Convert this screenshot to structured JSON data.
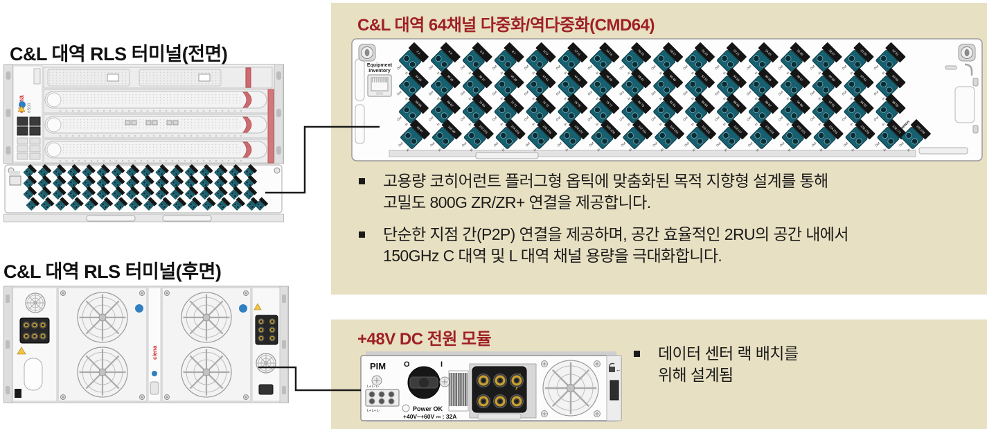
{
  "colors": {
    "panel_bg": "#e8e0c2",
    "title_red": "#9e2024",
    "text_dark": "#1b1b1b",
    "connector_teal": "#17606f",
    "tag_black": "#151515",
    "ciena_red": "#d2232a",
    "chassis_red": "#cf6a6e",
    "line_black": "#1a1a1a"
  },
  "left": {
    "front_title": "C&L 대역 RLS 터미널(전면)",
    "rear_title": "C&L 대역 RLS 터미널(후면)",
    "chassis_brand": "ciena",
    "chassis_model": "6500"
  },
  "cmd64_panel": {
    "title": "C&L 대역 64채널 다중화/역다중화(CMD64)",
    "image": {
      "equipment_label_1": "Equipment",
      "equipment_label_2": "Inventory",
      "out_label": "Out",
      "in_label": "In",
      "common_label": "Common",
      "rows": 4,
      "cols": 16,
      "port_tags": [
        [
          "2/1",
          "4/3",
          "6/5",
          "8/7",
          "10/9",
          "12/11",
          "14/13",
          "16/15",
          "18/17",
          "20/19",
          "22/21",
          "24/23",
          "26/25",
          "28/27",
          "30/29",
          "32/31"
        ],
        [
          "34/33",
          "36/35",
          "38/37",
          "40/39",
          "42/41",
          "44/43",
          "46/45",
          "48/47",
          "50/49",
          "52/51",
          "54/53",
          "56/55",
          "58/57",
          "60/59",
          "62/61",
          "64/63"
        ],
        [
          "66/65",
          "68/67",
          "70/69",
          "72/71",
          "74/73",
          "76/75",
          "78/77",
          "80/79",
          "82/81",
          "84/83",
          "86/85",
          "88/87",
          "90/89",
          "92/91",
          "94/93",
          "96/95"
        ],
        [
          "98/97",
          "100/99",
          "102/101",
          "104/103",
          "106/105",
          "108/107",
          "110/109",
          "112/111",
          "114/113",
          "116/115",
          "118/117",
          "120/119",
          "122/121",
          "124/123",
          "126/125",
          "128/127"
        ]
      ],
      "common_tag": "130/129"
    },
    "bullets": [
      "고용량 코히어런트 플러그형 옵틱에 맞춤화된 목적 지향형 설계를 통해\n고밀도 800G ZR/ZR+ 연결을 제공합니다.",
      "단순한 지점 간(P2P) 연결을 제공하며, 공간 효율적인 2RU의 공간 내에서\n150GHz C 대역 및 L 대역 채널 용량을 극대화합니다."
    ]
  },
  "power_panel": {
    "title": "+48V DC 전원 모듈",
    "image": {
      "pim_label": "PIM",
      "switch_off_label": "O",
      "switch_on_label": "I",
      "power_ok_label": "Power OK",
      "rating_label": "+40V~+60V ⎓ : 32A"
    },
    "bullets": [
      "데이터 센터 랙 배치를\n위해 설계됨"
    ]
  }
}
